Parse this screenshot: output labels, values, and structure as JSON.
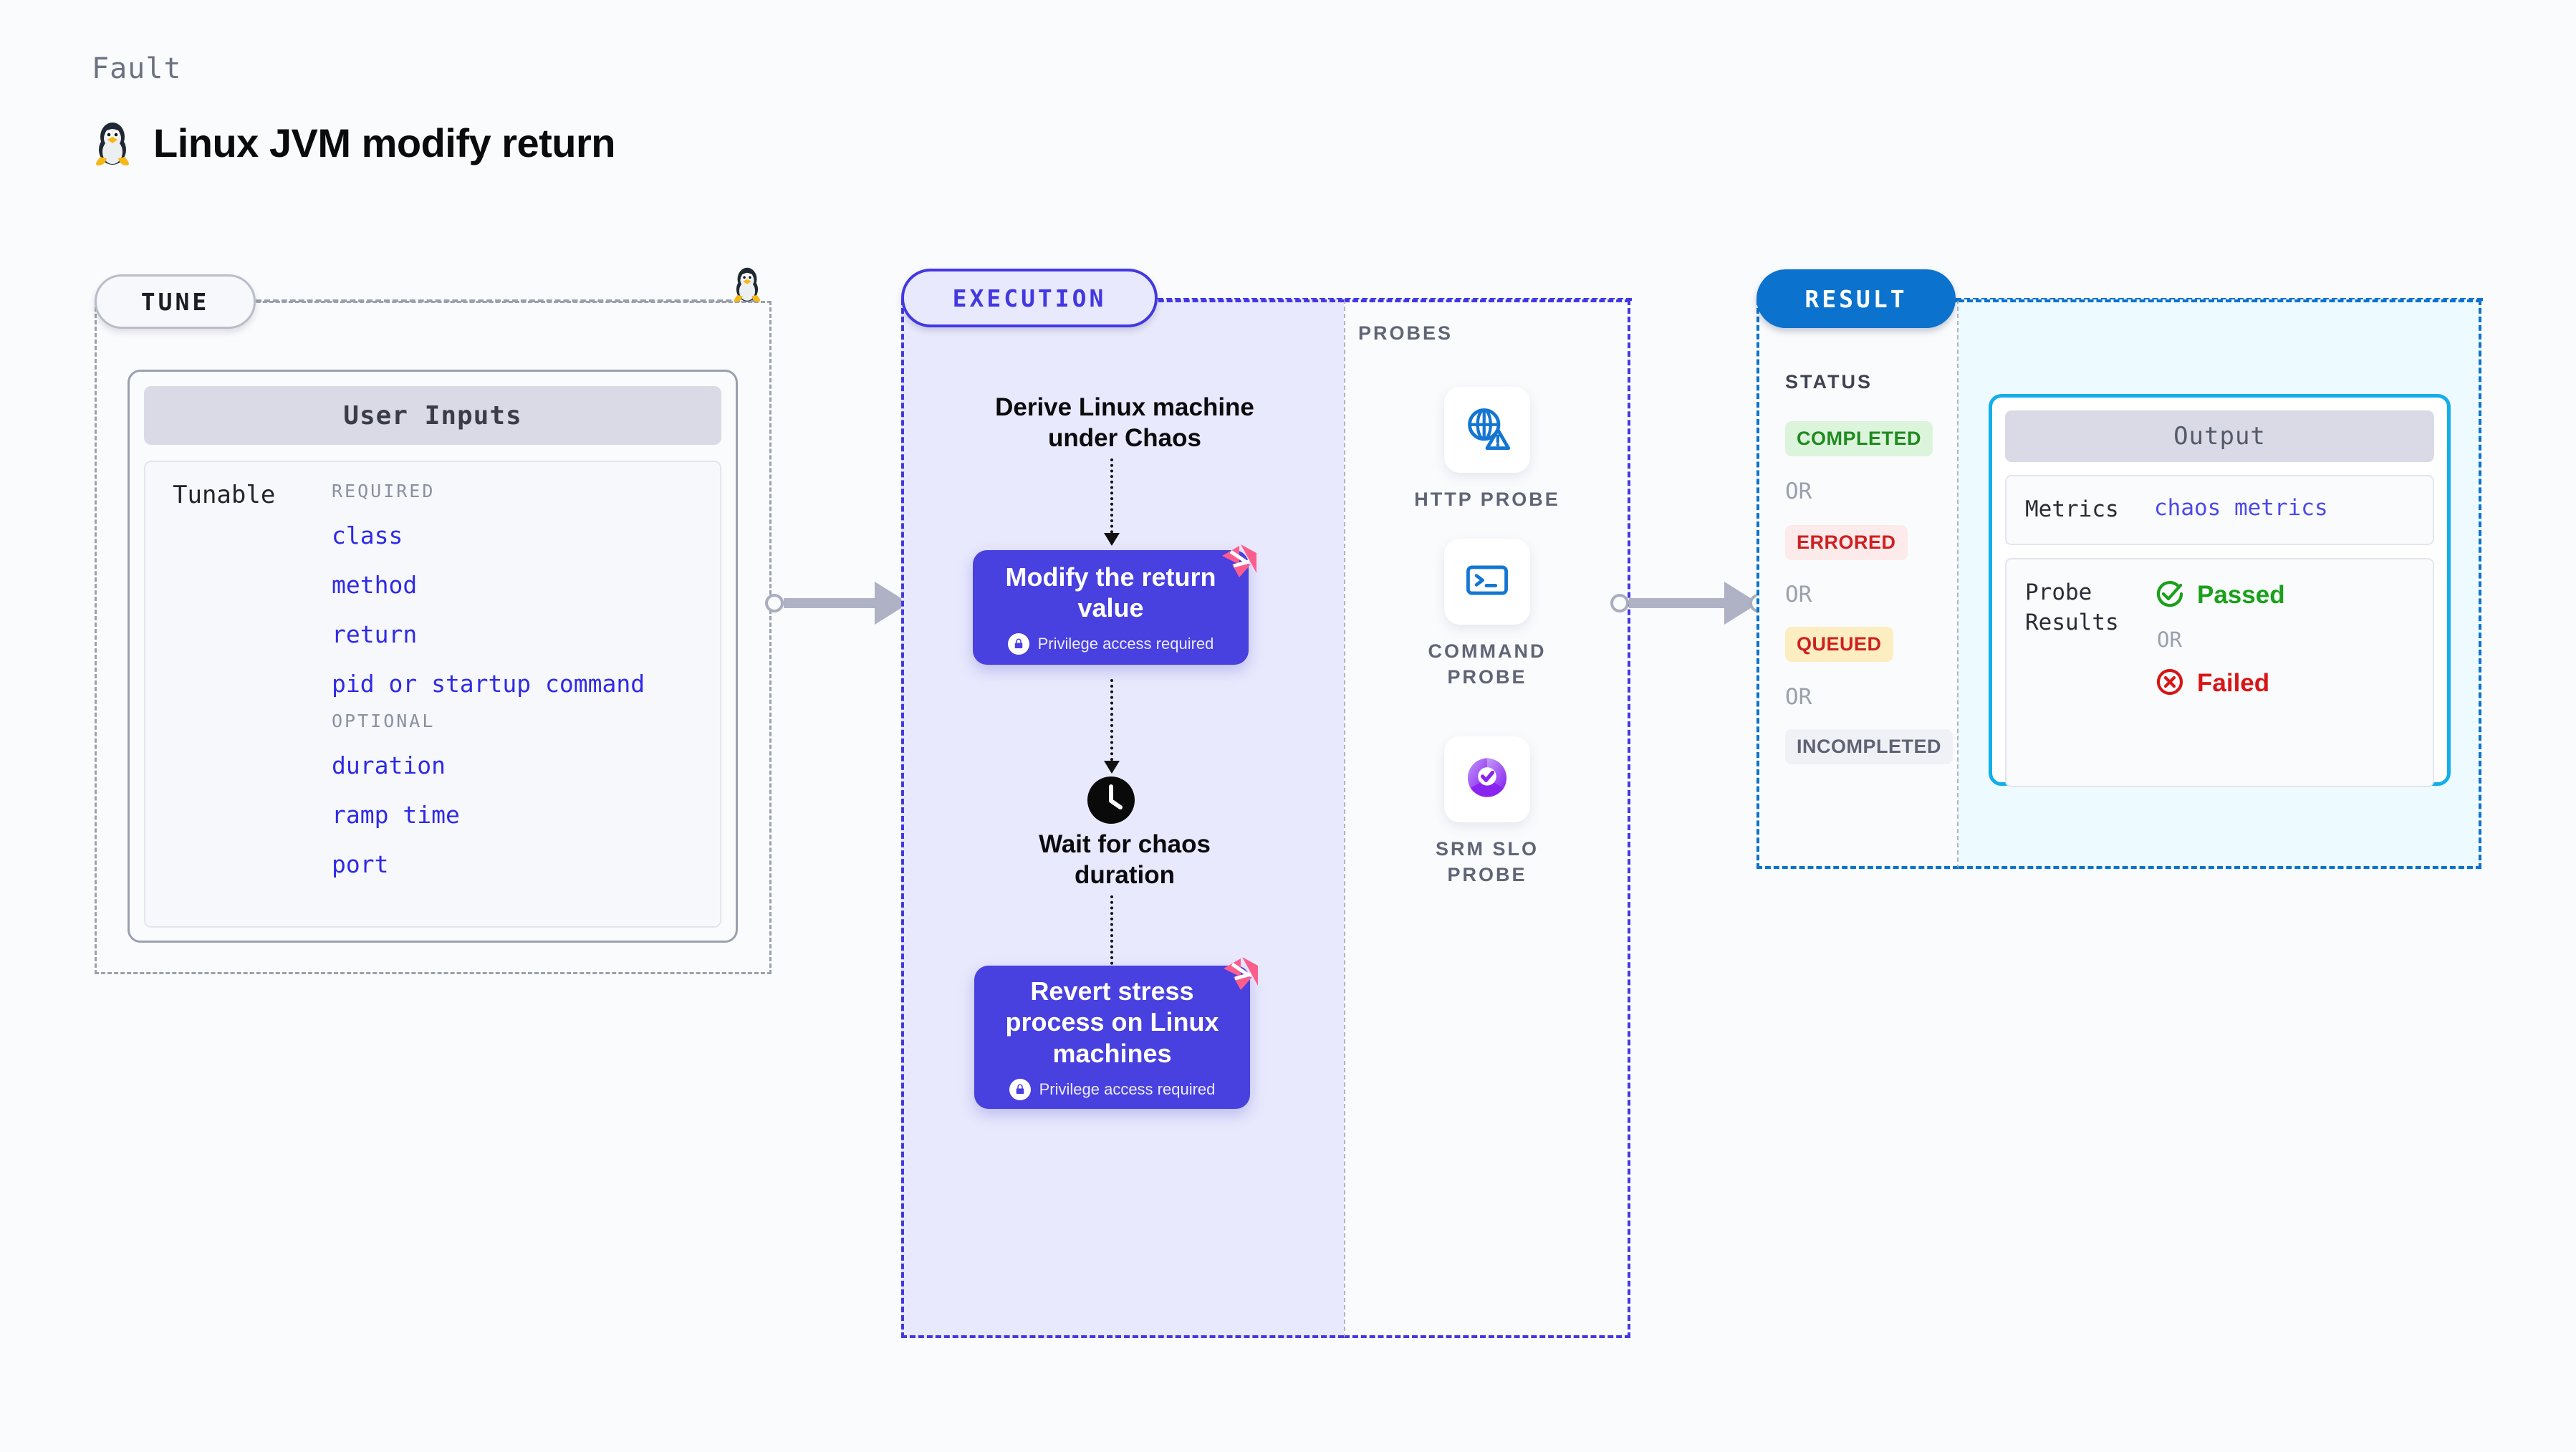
{
  "header": {
    "eyebrow": "Fault",
    "title": "Linux JVM modify return",
    "icon": "linux-penguin-icon"
  },
  "tune": {
    "pill_label": "TUNE",
    "card_title": "User Inputs",
    "tunable_label": "Tunable",
    "required_heading": "REQUIRED",
    "required_items": [
      "class",
      "method",
      "return",
      "pid or startup command"
    ],
    "optional_heading": "OPTIONAL",
    "optional_items": [
      "duration",
      "ramp time",
      "port"
    ],
    "border_color": "#9aa0ad"
  },
  "execution": {
    "pill_label": "EXECUTION",
    "accent_color": "#4338e0",
    "background_color": "#e8e9fd",
    "steps": [
      {
        "type": "text",
        "label": "Derive Linux machine\nunder Chaos"
      },
      {
        "type": "process",
        "label": "Modify the return value",
        "privilege": "Privilege access required",
        "badge": "litmus-logo-icon"
      },
      {
        "type": "wait",
        "label": "Wait for chaos duration",
        "icon": "clock-icon"
      },
      {
        "type": "process",
        "label": "Revert stress process on Linux machines",
        "privilege": "Privilege access required",
        "badge": "litmus-logo-icon"
      }
    ]
  },
  "probes": {
    "section_label": "PROBES",
    "items": [
      {
        "label": "HTTP PROBE",
        "icon": "globe-warning-icon",
        "color": "#1476d2"
      },
      {
        "label": "COMMAND PROBE",
        "icon": "terminal-icon",
        "color": "#1476d2"
      },
      {
        "label": "SRM SLO PROBE",
        "icon": "slo-donut-check-icon",
        "color": "#8b3cf4"
      }
    ]
  },
  "result": {
    "pill_label": "RESULT",
    "accent_color": "#0b72ce",
    "status_label": "STATUS",
    "or_label": "OR",
    "statuses": [
      {
        "label": "COMPLETED",
        "bg": "#dcf4dc",
        "fg": "#1f8a20"
      },
      {
        "label": "ERRORED",
        "bg": "#fdeaea",
        "fg": "#ce2121"
      },
      {
        "label": "QUEUED",
        "bg": "#fdeec2",
        "fg": "#ce2121"
      },
      {
        "label": "INCOMPLETED",
        "bg": "#f0f1f6",
        "fg": "#5e6273"
      }
    ]
  },
  "output": {
    "card_title": "Output",
    "border_color": "#13aee8",
    "rows": [
      {
        "key": "Metrics",
        "value": "chaos metrics"
      },
      {
        "key": "Probe\nResults",
        "pass": "Passed",
        "or": "OR",
        "fail": "Failed"
      }
    ]
  }
}
